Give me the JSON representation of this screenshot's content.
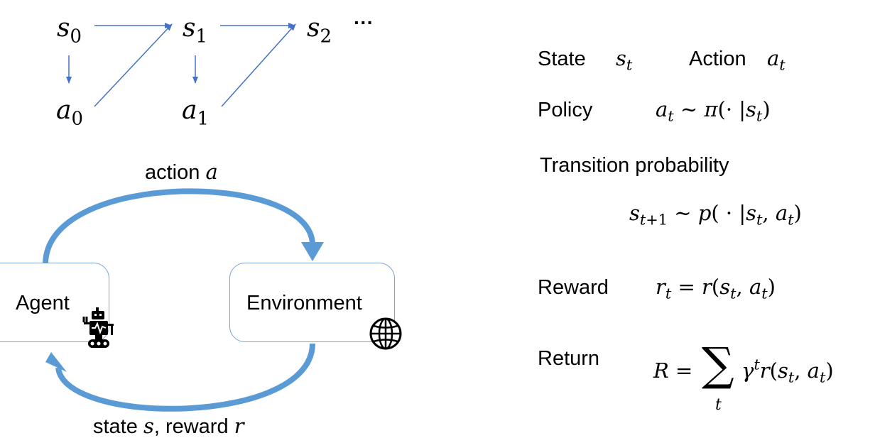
{
  "trajectory": {
    "states": [
      "s",
      "s",
      "s"
    ],
    "state_subscripts": [
      "0",
      "1",
      "2"
    ],
    "actions": [
      "a",
      "a"
    ],
    "action_subscripts": [
      "0",
      "1"
    ],
    "ellipsis": "···"
  },
  "loop": {
    "agent_label": "Agent",
    "environment_label": "Environment",
    "action_text": "action ",
    "action_symbol": "a",
    "feedback_text_1": "state ",
    "feedback_symbol_1": "s",
    "feedback_text_2": ", reward ",
    "feedback_symbol_2": "r",
    "agent_icon": "robot-icon",
    "environment_icon": "globe-icon",
    "arrow_color": "#5b9bd5",
    "box_border_color": "#7ea2cf"
  },
  "definitions": {
    "state_label": "State",
    "action_label": "Action",
    "policy_label": "Policy",
    "transition_label": "Transition probability",
    "reward_label": "Reward",
    "return_label": "Return"
  }
}
